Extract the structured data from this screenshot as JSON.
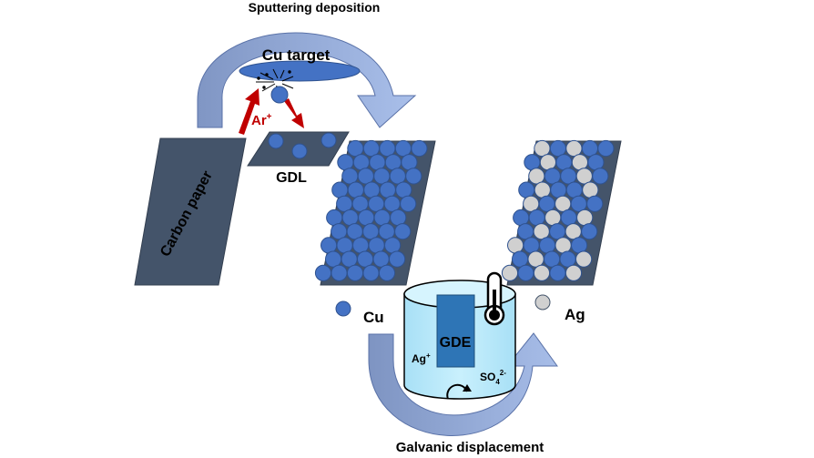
{
  "labels": {
    "sputtering": "Sputtering deposition",
    "cu_target": "Cu target",
    "ar_ion": "Ar",
    "ar_sup": "+",
    "gdl": "GDL",
    "carbon_paper": "Carbon paper",
    "cu": "Cu",
    "ag": "Ag",
    "gde": "GDE",
    "ag_ion": "Ag",
    "ag_sup": "+",
    "so4": "SO",
    "so4_sub": "4",
    "so4_sup": "2-",
    "galvanic": "Galvanic displacement"
  },
  "colors": {
    "particle_blue": "#4472C4",
    "particle_gray": "#D0D0D0",
    "sheet": "#44546A",
    "arrow": "#8FAADC",
    "arrow_dark": "#6F87B8",
    "ar_arrow": "#C00000",
    "beaker": "#BDE9FA",
    "electrode": "#2E75B6"
  },
  "icons": [
    "thermometer-icon",
    "stir-arrow-icon"
  ]
}
